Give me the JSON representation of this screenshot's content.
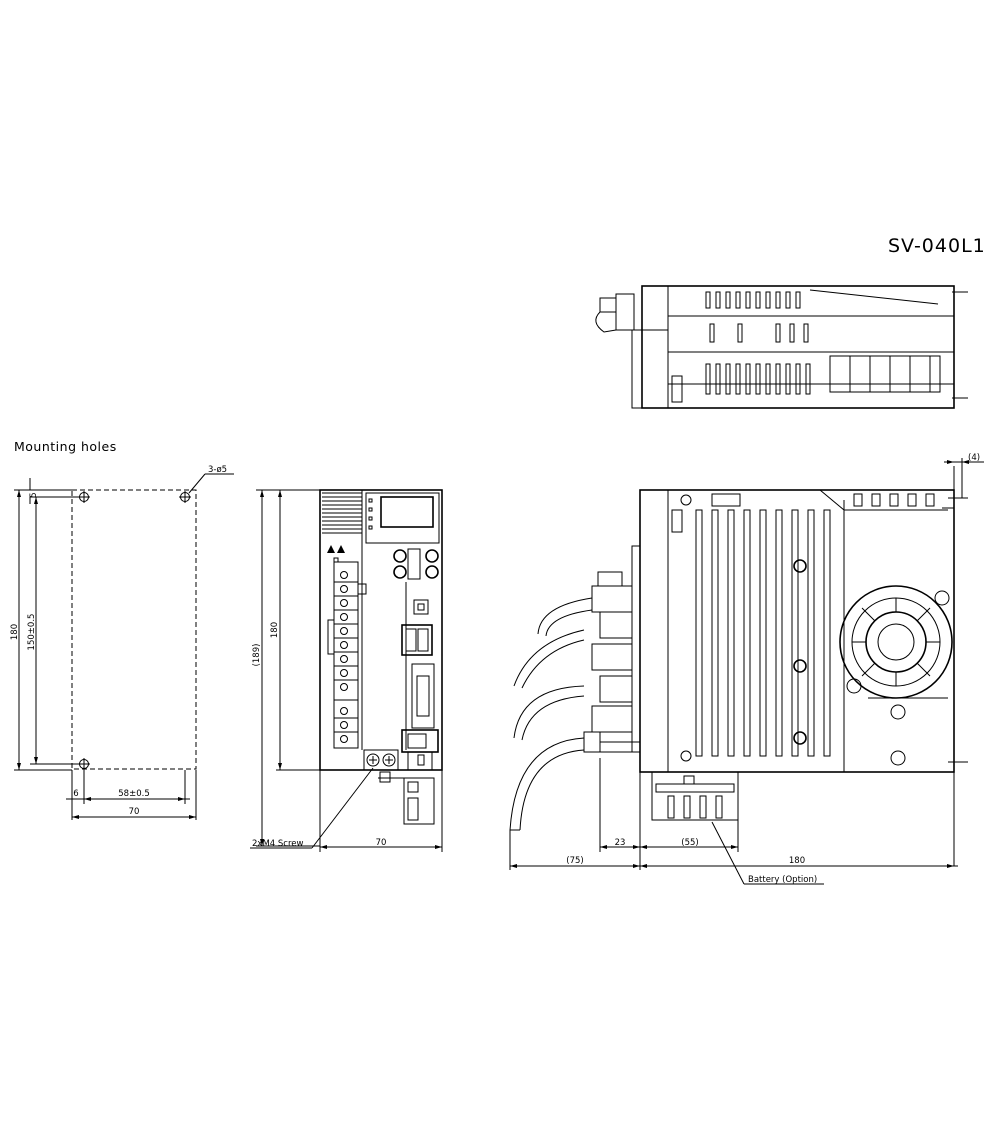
{
  "model": "SV-040L1",
  "section_heading": "Mounting holes",
  "mounting_holes_view": {
    "hole_callout": "3-ø5",
    "dim_height_overall": "180",
    "dim_hole_pitch_vertical": "150±0.5",
    "dim_top_offset": "5",
    "dim_left_offset": "6",
    "dim_hole_pitch_horizontal": "58±0.5",
    "dim_width": "70"
  },
  "front_view": {
    "dim_height_total": "(189)",
    "dim_height_body": "180",
    "dim_width": "70",
    "screw_callout": "2xM4 Screw"
  },
  "side_view": {
    "dim_depth_offset": "(4)",
    "dim_cable_clearance": "(75)",
    "dim_connector_depth": "23",
    "dim_battery_width": "(55)",
    "dim_body_depth": "180",
    "battery_callout": "Battery (Option)"
  }
}
